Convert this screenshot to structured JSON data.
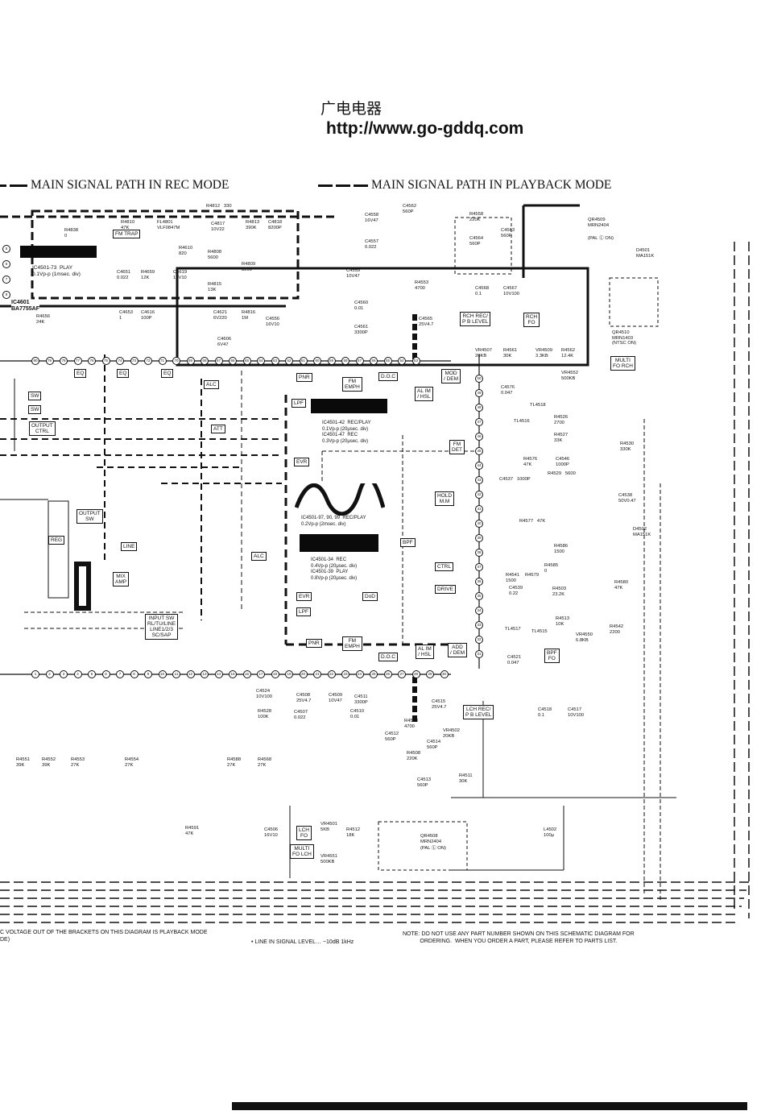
{
  "header": {
    "site_name_cn": "广电电器",
    "site_url": "http://www.go-gddq.com"
  },
  "legend": {
    "rec_mode": "MAIN SIGNAL PATH IN REC MODE",
    "playback_mode": "MAIN SIGNAL PATH IN PLAYBACK MODE"
  },
  "ic_labels": {
    "ic4601": "IC4601\nBA7755AF"
  },
  "blocks": [
    "FM TRAP",
    "EQ",
    "EQ",
    "EQ",
    "ALC",
    "SW",
    "SW",
    "ATT",
    "OUTPUT\nCTRL",
    "REG",
    "OUTPUT\nSW",
    "LINE",
    "MIX\nAMP",
    "INPUT SW\nRL/TU/LINE\nLINE1/2/3\nSC/SAP",
    "PNR",
    "FM\nEMPH",
    "D.O.C",
    "AL IM\n/ HSL",
    "MOD\n/ DEM",
    "LPF",
    "EVR",
    "ALC",
    "FM\nDET",
    "HOLD\nM.M",
    "BPF",
    "CTRL",
    "DRIVE",
    "DoD",
    "EVR",
    "LPF",
    "PNR",
    "FM\nEMPH",
    "D.O.C",
    "AL IM\n/ HSL",
    "ADD\n/ DEM",
    "RCH REC/\nP B LEVEL",
    "RCH\nFO",
    "MULTI\nFO RCH",
    "LCH REC/\nP B LEVEL",
    "LCH\nFO",
    "MULTI\nFO LCH",
    "BPF\nFO"
  ],
  "components": [
    "R4838\n0",
    "R4810\n47K",
    "FL4801\nVLF0847M",
    "R4812   330",
    "C4817\n10V22",
    "R4813\n390K",
    "C4818\n8200P",
    "R4610\n820",
    "R4808\n5600",
    "R4809\n8200",
    "C4651\n0.022",
    "R4659\n12K",
    "C4619\n10V10",
    "R4815\n13K",
    "C4653\n1",
    "C4616\n100P",
    "C4621\n6V220",
    "R4816\n1M",
    "C4556\n16V10",
    "R4656\n24K",
    "C4606\n6V47",
    "C4558\n16V47",
    "C4557\n0.022",
    "C4559\n10V47",
    "C4560\n0.01",
    "C4561\n3300P",
    "C4565\n25V4.7",
    "C4562\n560P",
    "R4558\n220K",
    "C4564\n560P",
    "C4563\n560P",
    "R4553\n4700",
    "C4568\n0.1",
    "C4567\n10V100",
    "QR4509\nMRN2404",
    "(PAL Ⓛ ON)",
    "D4501\nMA151K",
    "QR4510\nMRN1403",
    "(NTSC ON)",
    "VR4507\n20KB",
    "R4561\n30K",
    "VR4509\n3.3KB",
    "R4562\n12.4K",
    "VR4552\n500KB",
    "C4576\n0.047",
    "TL4518",
    "TL4516",
    "R4526\n2700",
    "R4527\n33K",
    "R4576\n47K",
    "C4546\n1000P",
    "C4537   1000P",
    "R4529   5600",
    "R4530\n330K",
    "C4538\n50V0.47",
    "R4577   47K",
    "D4502\nMA151K",
    "R4586\n1500",
    "R4541\n1500",
    "R4579",
    "R4585\n0",
    "C4539\n0.22",
    "R4503\n23.2K",
    "R4580\n47K",
    "R4513\n10K",
    "TL4517",
    "TL4515",
    "R4542\n2200",
    "VR4550\n6.8KB",
    "C4521\n0.047",
    "C4524\n10V100",
    "C4508\n25V4.7",
    "C4509\n10V47",
    "C4511\n3300P",
    "R4528\n100K",
    "C4507\n0.022",
    "C4510\n0.01",
    "C4515\n25V4.7",
    "C4512\n560P",
    "R4543\n4700",
    "VR4502\n20KB",
    "R4508\n220K",
    "C4514\n560P",
    "C4513\n560P",
    "R4511\n30K",
    "C4518\n0.1",
    "C4517\n10V100",
    "R4551\n39K",
    "R4552\n39K",
    "R4553\n27K",
    "R4554\n27K",
    "R4588\n27K",
    "R4568\n27K",
    "R4591\n47K",
    "C4506\n16V10",
    "VR4501\n5KB",
    "R4512\n18K",
    "VR4551\n500KB",
    "QR4508\nMRN2404",
    "(PAL Ⓛ ON)",
    "L4502\n100μ"
  ],
  "waveforms": {
    "w1": "IC4501-73  PLAY\n0.1Vp-p (1msec. div)",
    "w2": "IC4501-42  REC/PLAY\n0.1Vp-p (20μsec. div)\nIC4501-47  REC\n0.3Vp-p (20μsec. div)",
    "w3": "IC4501-97, 90, 99  REC/PLAY\n0.2Vp-p (2msec. div)",
    "w4": "IC4501-34  REC\n0.4Vp-p (20μsec. div)\nIC4501-39  PLAY\n0.8Vp-p (20μsec. div)"
  },
  "notes": {
    "dc_voltage": "C VOLTAGE OUT OF THE BRACKETS ON THIS DIAGRAM IS PLAYBACK MODE\nDE)",
    "line_in": "• LINE IN SIGNAL LEVEL… −10dB 1kHz",
    "ordering": "NOTE: DO NOT USE ANY PART NUMBER SHOWN ON THIS SCHEMATIC DIAGRAM FOR\n           ORDERING.  WHEN YOU ORDER A PART, PLEASE REFER TO PARTS LIST."
  }
}
